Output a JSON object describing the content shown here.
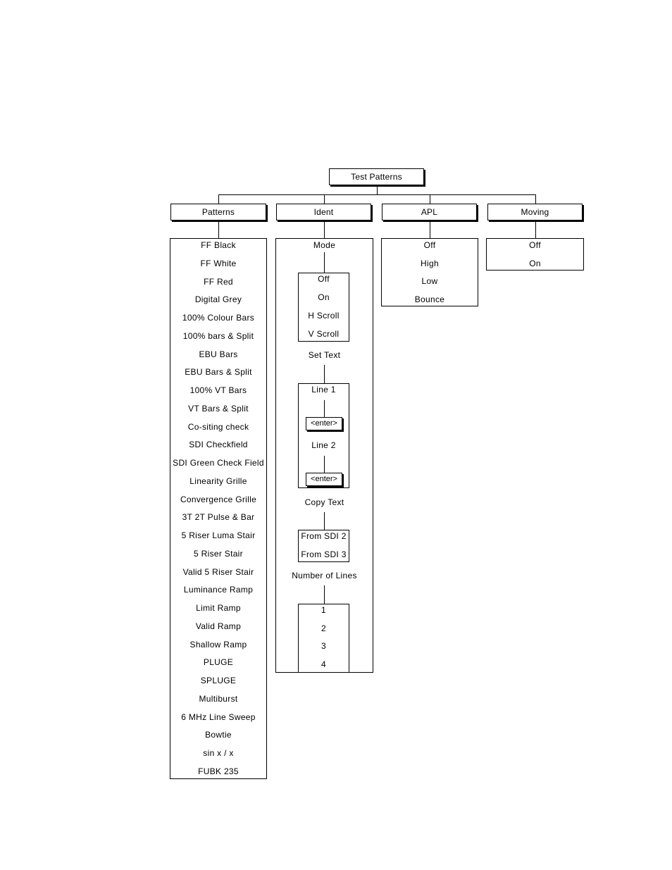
{
  "root": {
    "label": "Test Patterns"
  },
  "categories": [
    {
      "label": "Patterns"
    },
    {
      "label": "Ident"
    },
    {
      "label": "APL"
    },
    {
      "label": "Moving"
    }
  ],
  "patterns": [
    "FF Black",
    "FF White",
    "FF Red",
    "Digital Grey",
    "100% Colour Bars",
    "100% bars & Split",
    "EBU Bars",
    "EBU Bars & Split",
    "100% VT Bars",
    "VT Bars & Split",
    "Co-siting check",
    "SDI Checkfield",
    "SDI Green Check Field",
    "Linearity Grille",
    "Convergence Grille",
    "3T 2T Pulse & Bar",
    "5 Riser Luma Stair",
    "5 Riser Stair",
    "Valid 5 Riser Stair",
    "Luminance Ramp",
    "Limit Ramp",
    "Valid Ramp",
    "Shallow Ramp",
    "PLUGE",
    "SPLUGE",
    "Multiburst",
    "6 MHz Line Sweep",
    "Bowtie",
    "sin x / x",
    "FUBK 235"
  ],
  "ident": {
    "mode_label": "Mode",
    "mode_options": [
      "Off",
      "On",
      "H Scroll",
      "V Scroll"
    ],
    "set_text_label": "Set Text",
    "line1_label": "Line 1",
    "line2_label": "Line 2",
    "enter_label": "<enter>",
    "copy_text_label": "Copy Text",
    "copy_options": [
      "From SDI 2",
      "From SDI 3"
    ],
    "number_of_lines_label": "Number of Lines",
    "line_count_options": [
      "1",
      "2",
      "3",
      "4"
    ]
  },
  "apl": [
    "Off",
    "High",
    "Low",
    "Bounce"
  ],
  "moving": [
    "Off",
    "On"
  ]
}
